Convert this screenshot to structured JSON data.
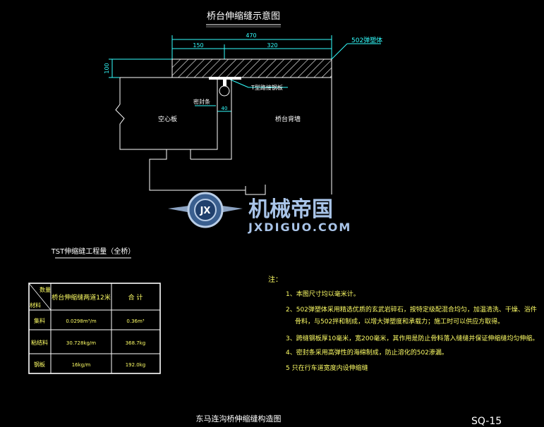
{
  "drawing": {
    "title": "桥台伸缩缝示意图",
    "dimensions": {
      "total": "470",
      "left": "150",
      "right": "320",
      "height": "100",
      "gap": "40"
    },
    "labels": {
      "elastomer": "502弹塑体",
      "t_plate": "T型路接钢板",
      "seal": "密封条",
      "hollow_slab": "空心板",
      "abutment_wall": "桥台背墙"
    }
  },
  "watermark": {
    "brand": "机械帝国",
    "url": "JXDIGUO.COM",
    "emblem": "JX"
  },
  "quantity_table": {
    "title": "TST伸缩缝工程量（全桥）",
    "header_item": "数量",
    "header_material": "材料",
    "header_col1": "桥台伸缩缝两道12米",
    "header_col2": "合  计",
    "rows": [
      {
        "material": "集料",
        "per_m": "0.0298m³/m",
        "total": "0.36m³"
      },
      {
        "material": "粘结料",
        "per_m": "30.728kg/m",
        "total": "368.7kg"
      },
      {
        "material": "钢板",
        "per_m": "16kg/m",
        "total": "192.0kg"
      }
    ]
  },
  "notes": {
    "heading": "注：",
    "items": [
      "1、本图尺寸均以毫米计。",
      "2、502弹塑体采用精选优质的玄武岩碎石，按特定级配混合均匀，加温清洗、干燥、浴件",
      "骨料，与502拌和制成，以增大弹塑度和承载力；施工时可以供应方取得。",
      "3、跨缝钢板厚10毫米，宽200毫米，其作用是防止骨料落入缝缝并保证伸缩缝均匀伸缩。",
      "4、密封条采用高弹性的海绵制成，防止溶化的502渗漏。",
      "5  只在行车道宽度内设伸缩缝"
    ]
  },
  "footer": {
    "sheet_title": "东马连沟桥伸缩缝构造图",
    "sheet_no": "SQ-15"
  }
}
